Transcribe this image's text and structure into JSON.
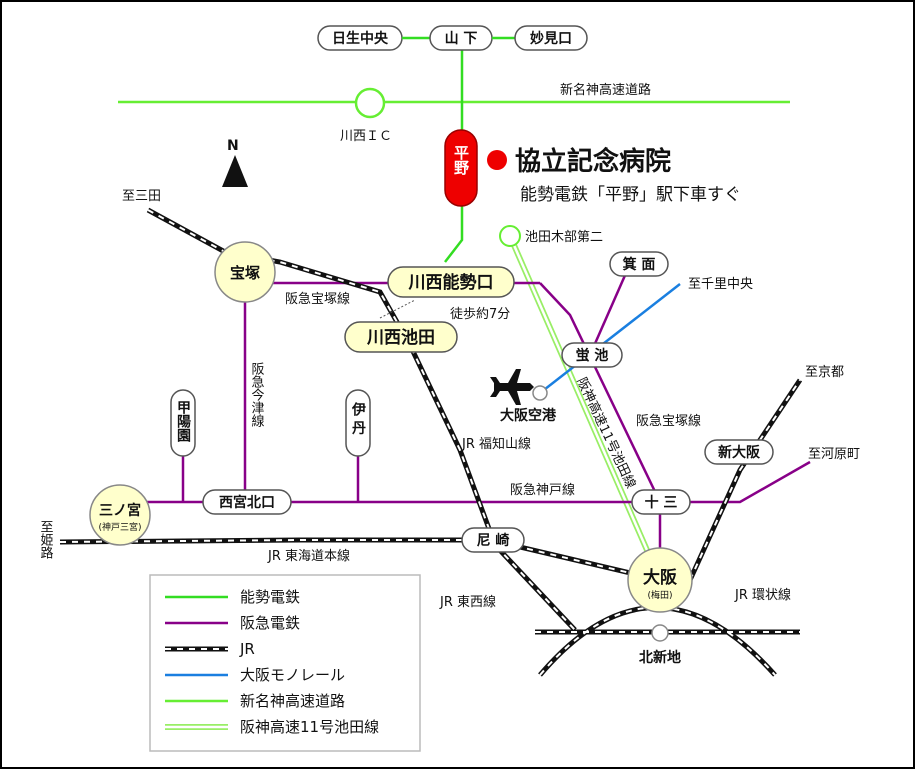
{
  "title": "協立記念病院",
  "subtitle": "能勢電鉄「平野」駅下車すぐ",
  "compass": "N",
  "colors": {
    "nose": "#33dd22",
    "hankyu": "#880088",
    "jr": "#111111",
    "monorail": "#1a7fe0",
    "expressway": "#66ee33",
    "hanshin": "#99ee66",
    "hospital": "#ee0000",
    "station_fill": "#ffffcc"
  },
  "stations": {
    "hirano": "平野",
    "nisseichuo": "日生中央",
    "yamashita": "山 下",
    "myokenguchi": "妙見口",
    "kawanishi_ic": "川西ＩＣ",
    "takarazuka": "宝塚",
    "kawanishinoseguchi": "川西能勢口",
    "kawanishiikeda": "川西池田",
    "minoh": "箕 面",
    "hotarugaike": "蛍 池",
    "osaka_airport": "大阪空港",
    "ikedakibebudaini": "池田木部第二",
    "koyoen": "甲陽園",
    "itami": "伊 丹",
    "nishinomiyakitaguchi": "西宮北口",
    "sannomiya": "三ノ宮",
    "sannomiya_sub": "(神戸三宮)",
    "juso": "十 三",
    "shinosaka": "新大阪",
    "amagasaki": "尼 崎",
    "osaka": "大阪",
    "osaka_sub": "(梅田)",
    "kitashinchi": "北新地"
  },
  "labels": {
    "shinmeishin": "新名神高速道路",
    "to_sanda": "至三田",
    "to_senrichuo": "至千里中央",
    "to_kyoto": "至京都",
    "to_kawaramachi": "至河原町",
    "to_himeji": "至姫路",
    "hankyu_takarazuka_w": "阪急宝塚線",
    "hankyu_takarazuka_e": "阪急宝塚線",
    "hankyu_imazu": "阪急今津線",
    "hankyu_kobe": "阪急神戸線",
    "jr_fukuchiyama": "JR 福知山線",
    "jr_tokaido": "JR 東海道本線",
    "jr_tozai": "JR 東西線",
    "jr_kanjo": "JR 環状線",
    "hanshin_ikeda": "阪神高速11号池田線",
    "walk": "徒歩約7分"
  },
  "legend": [
    {
      "key": "nose",
      "label": "能勢電鉄",
      "style": "solid"
    },
    {
      "key": "hankyu",
      "label": "阪急電鉄",
      "style": "solid"
    },
    {
      "key": "jr",
      "label": "JR",
      "style": "jr"
    },
    {
      "key": "monorail",
      "label": "大阪モノレール",
      "style": "solid"
    },
    {
      "key": "expressway",
      "label": "新名神高速道路",
      "style": "solid"
    },
    {
      "key": "hanshin",
      "label": "阪神高速11号池田線",
      "style": "double"
    }
  ]
}
